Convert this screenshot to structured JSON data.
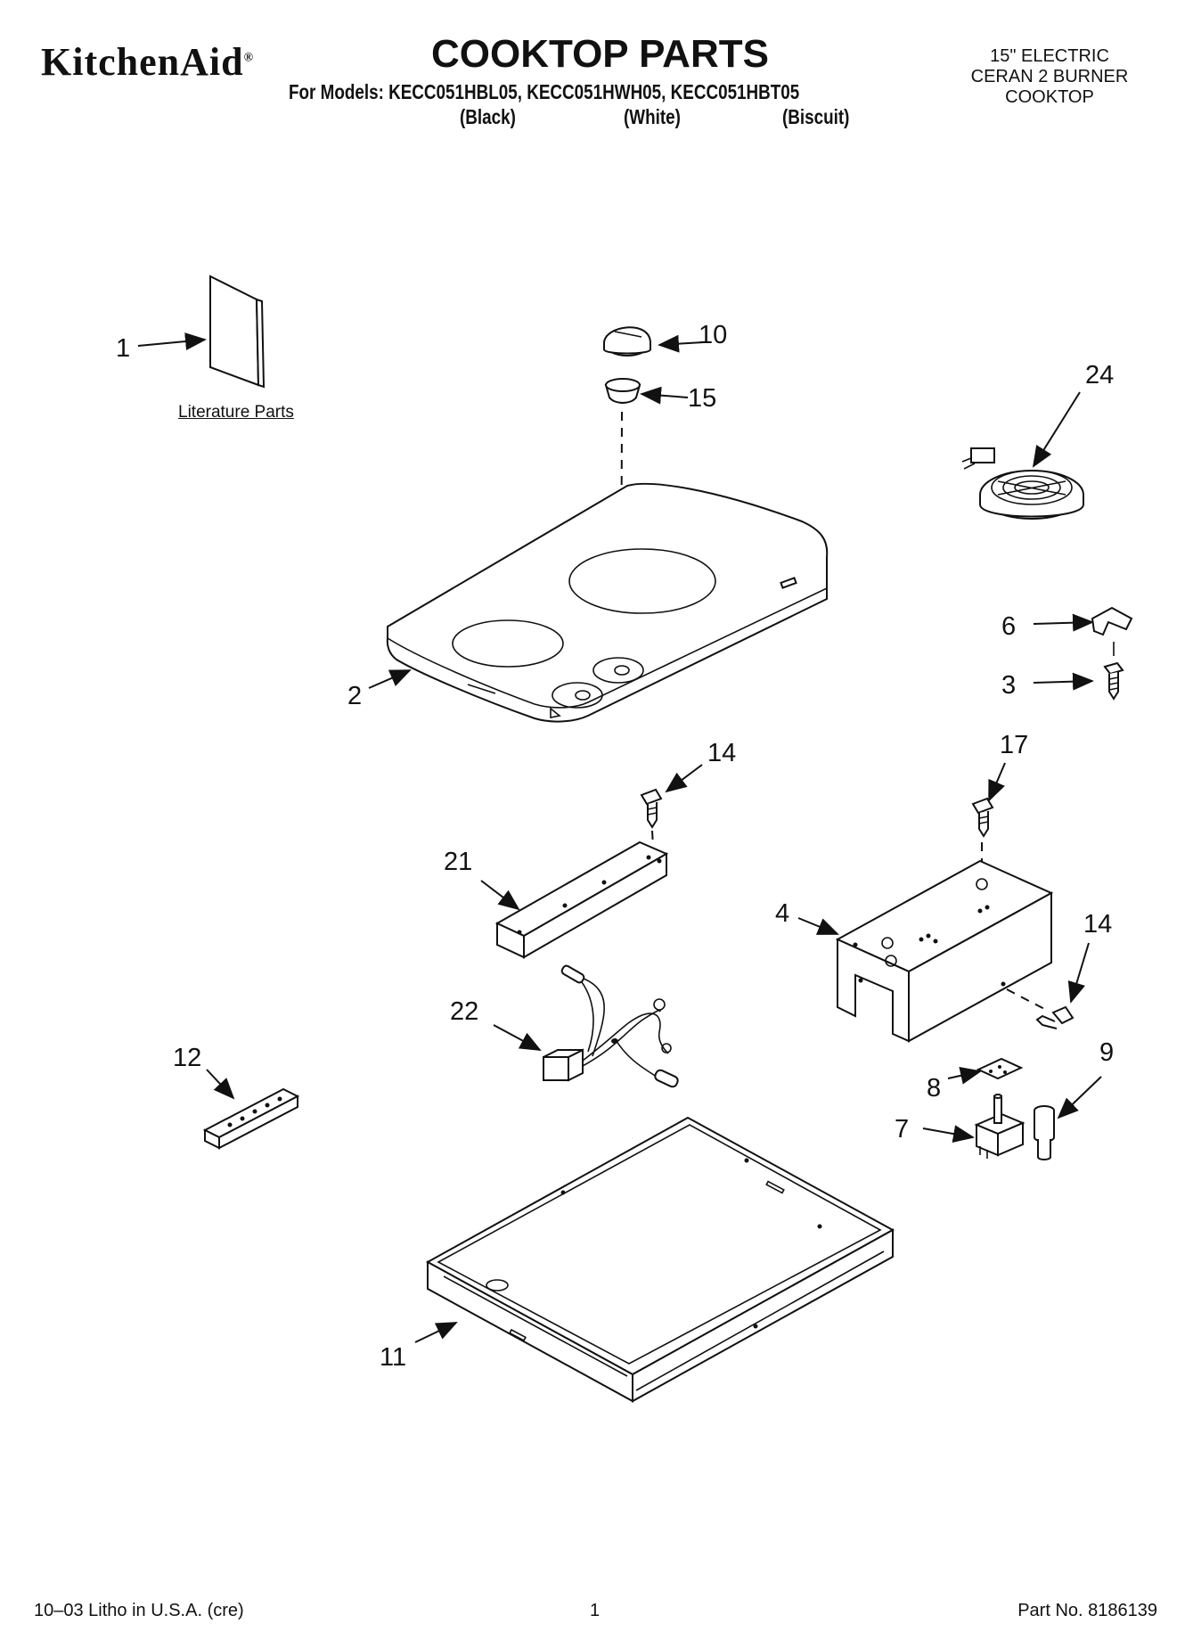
{
  "header": {
    "brand": "KitchenAid",
    "brand_mark": "®",
    "title": "COOKTOP PARTS",
    "models_line": "For Models: KECC051HBL05, KECC051HWH05, KECC051HBT05",
    "variants": [
      "(Black)",
      "(White)",
      "(Biscuit)"
    ],
    "description_lines": [
      "15\" ELECTRIC",
      "CERAN 2 BURNER",
      "COOKTOP"
    ]
  },
  "diagram": {
    "literature_label": "Literature Parts",
    "callouts": [
      "1",
      "10",
      "15",
      "24",
      "2",
      "6",
      "3",
      "14",
      "17",
      "21",
      "4",
      "14",
      "22",
      "12",
      "8",
      "9",
      "7",
      "11"
    ]
  },
  "footer": {
    "print_info": "10–03 Litho in U.S.A. (cre)",
    "page_number": "1",
    "part_number": "Part No. 8186139"
  }
}
